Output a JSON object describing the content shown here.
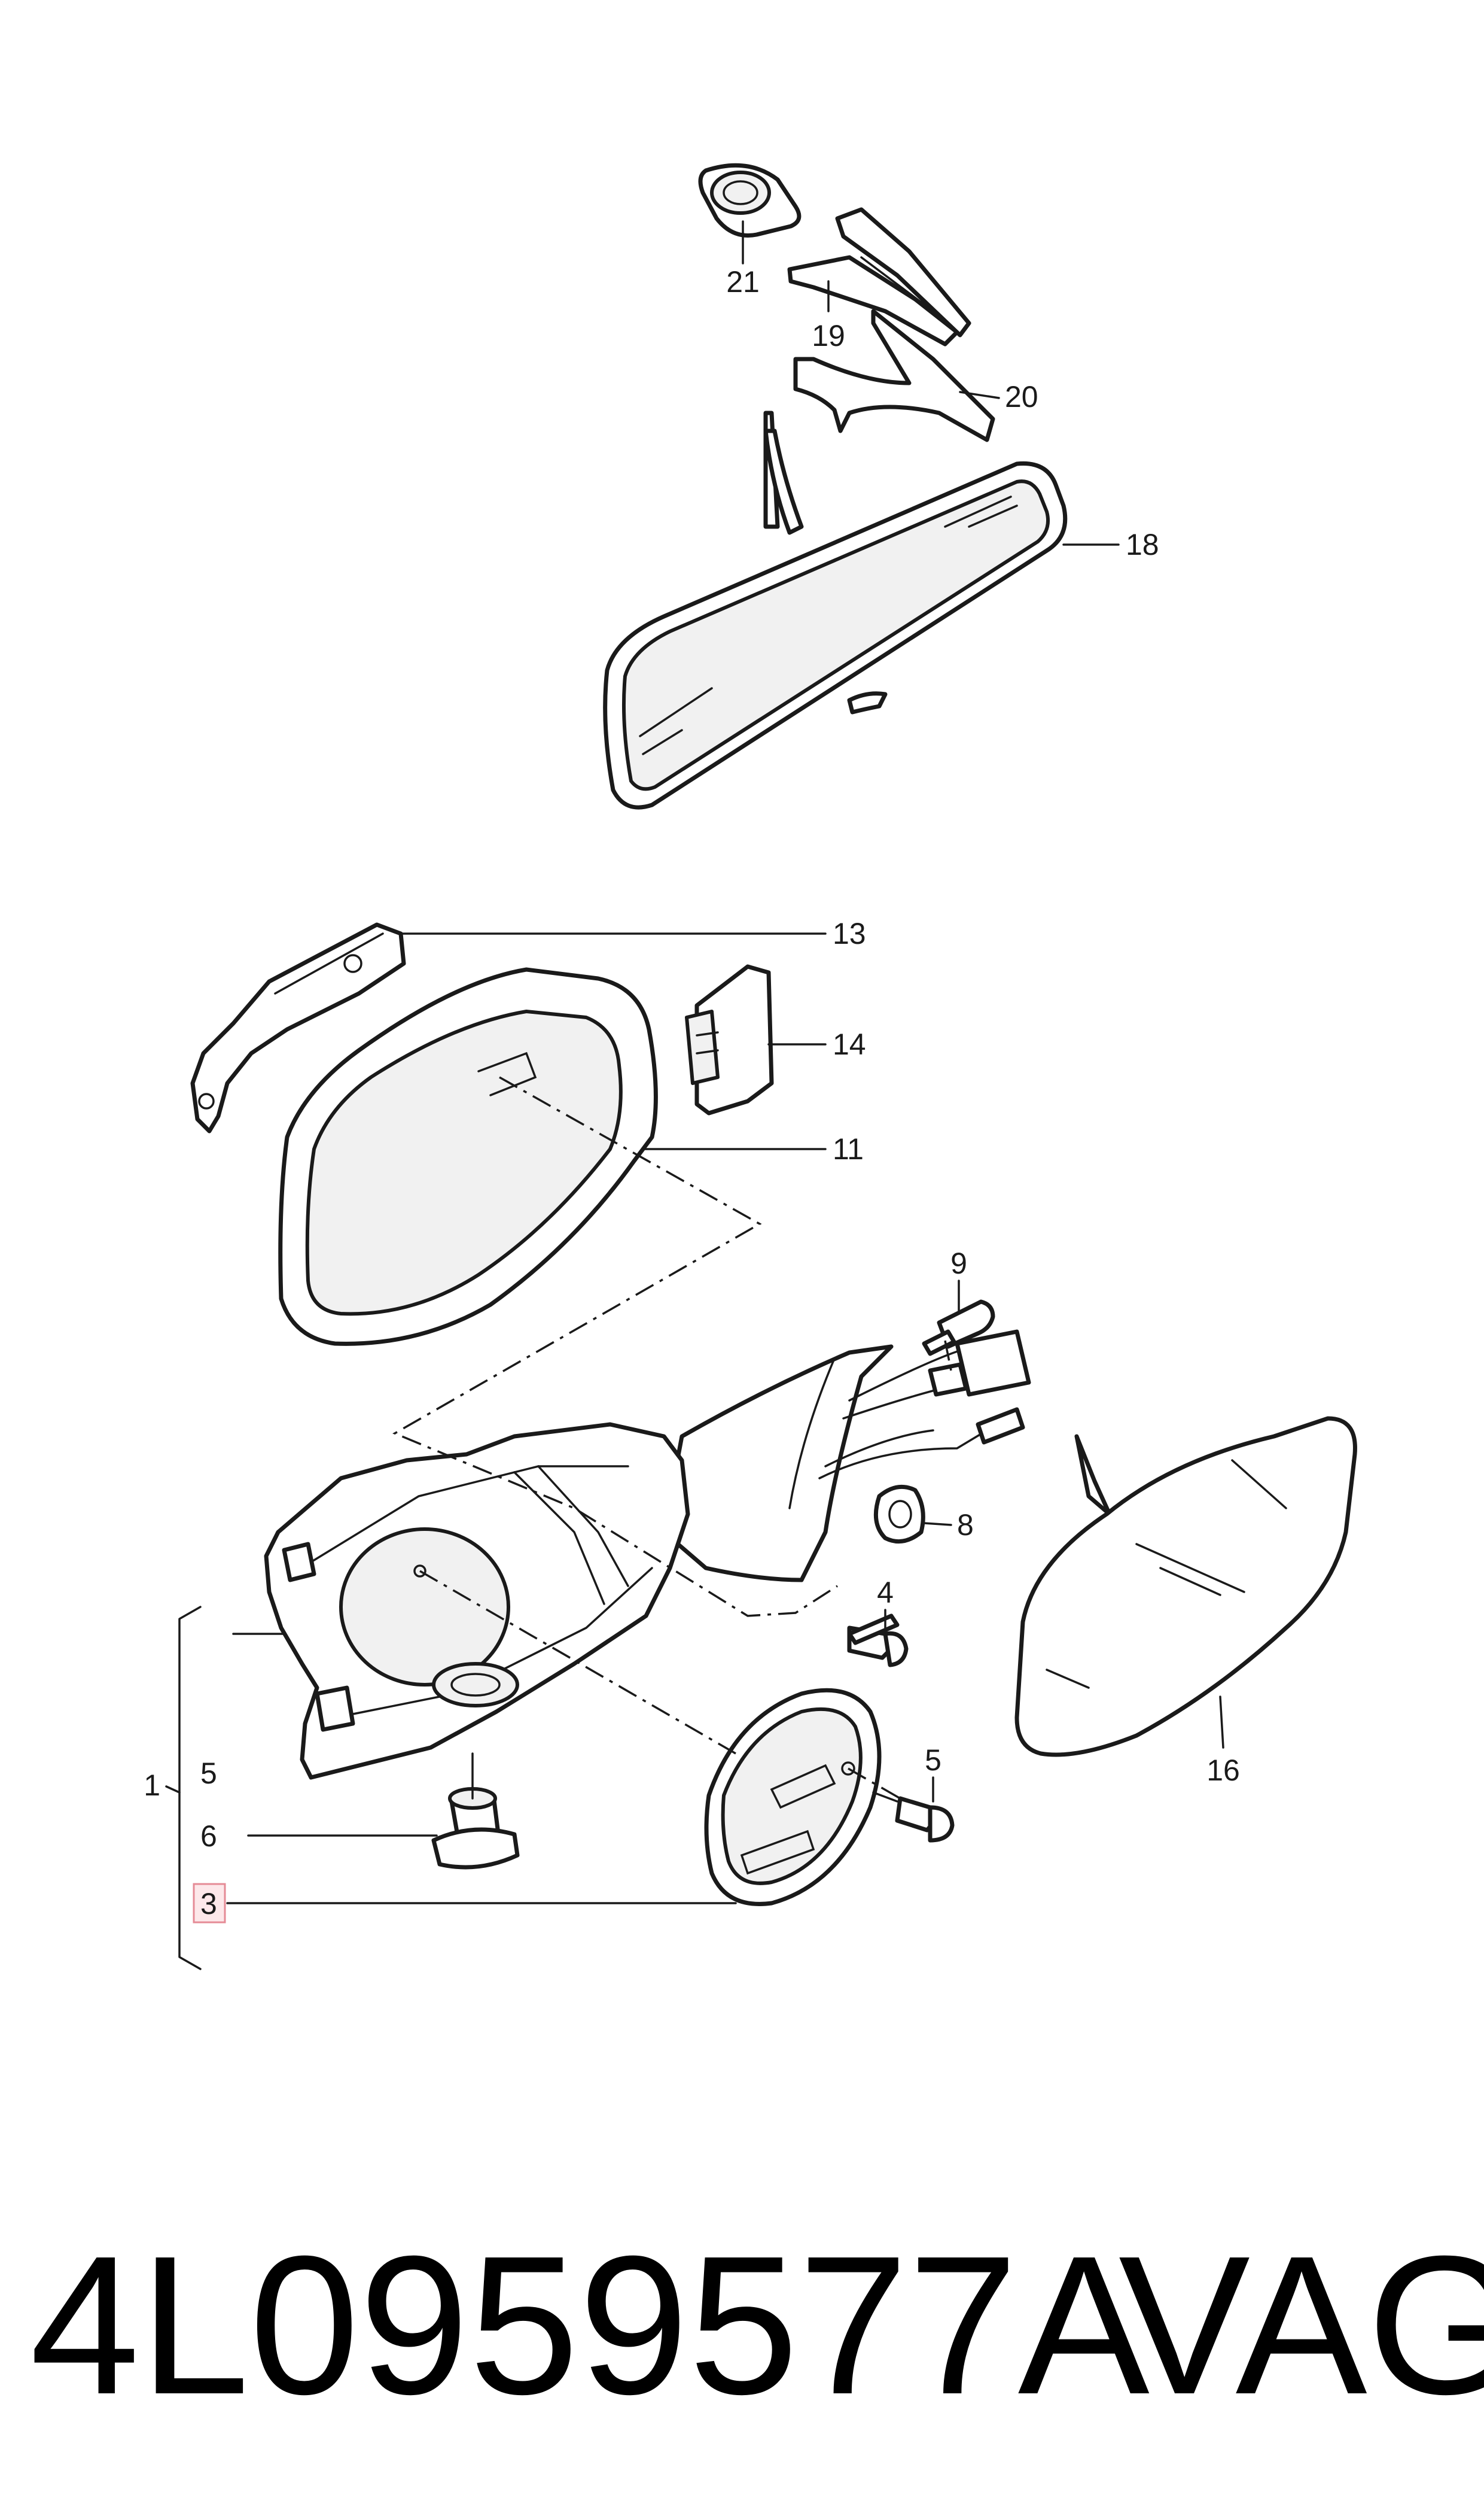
{
  "diagram": {
    "callouts": {
      "c1": "1",
      "c3": "3",
      "c4": "4",
      "c5a": "5",
      "c5b": "5",
      "c6": "6",
      "c8": "8",
      "c9": "9",
      "c11": "11",
      "c13": "13",
      "c14": "14",
      "c16": "16",
      "c18": "18",
      "c19": "19",
      "c20": "20",
      "c21": "21"
    },
    "highlighted_callout": "3",
    "highlight_color": "#e58b96"
  },
  "footer": {
    "part_number": "4L0959577A",
    "brand": "VAG"
  }
}
